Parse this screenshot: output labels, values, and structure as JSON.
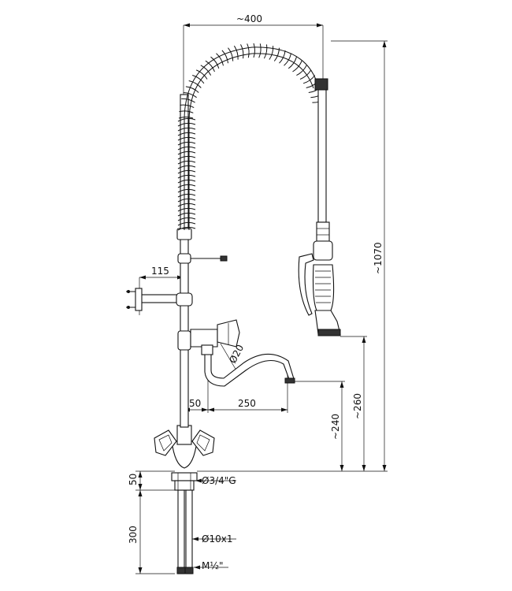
{
  "dimensions": {
    "hose_reach": "~400",
    "total_height": "~1070",
    "shower_height": "~260",
    "spout_height": "~240",
    "wall_bracket": "115",
    "spout_offset": "50",
    "spout_length": "250",
    "spout_diameter": "Ø20",
    "base_height": "50",
    "tail_length": "300",
    "inlet_thread": "Ø3/4\"G",
    "tube_size": "Ø10x1",
    "connection": "M½\""
  }
}
